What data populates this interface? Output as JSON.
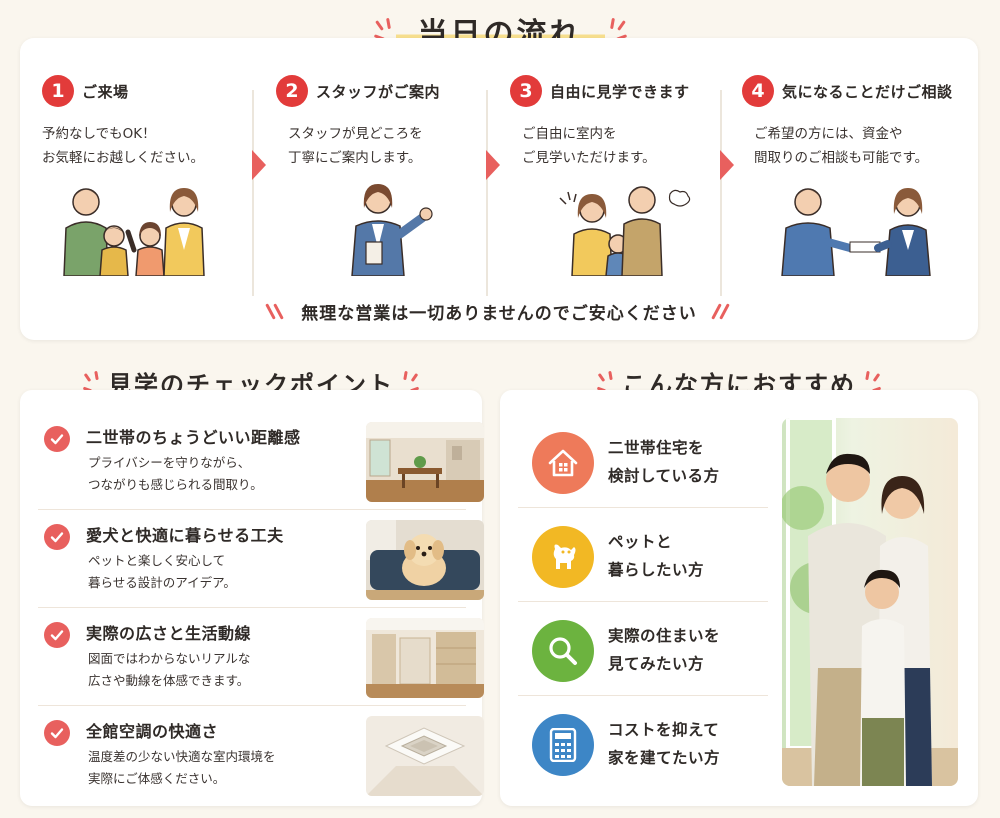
{
  "header": {
    "title": "当日の流れ"
  },
  "steps": [
    {
      "num": "1",
      "title": "ご来場",
      "desc": [
        "予約なしでもOK！",
        "お気軽にお越しください。"
      ]
    },
    {
      "num": "2",
      "title": "スタッフがご案内",
      "desc": [
        "スタッフが見どころを",
        "丁寧にご案内します。"
      ]
    },
    {
      "num": "3",
      "title": "自由に見学できます",
      "desc": [
        "ご自由に室内を",
        "ご見学いただけます。"
      ]
    },
    {
      "num": "4",
      "title": "気になることだけご相談",
      "desc": [
        "ご希望の方には、資金や",
        "間取りのご相談も可能です。"
      ]
    }
  ],
  "note": "無理な営業は一切ありませんのでご安心ください",
  "checkpoints": {
    "title": "見学のチェックポイント",
    "items": [
      {
        "title": "二世帯のちょうどいい距離感",
        "desc": [
          "プライバシーを守りながら、",
          "つながりも感じられる間取り。"
        ]
      },
      {
        "title": "愛犬と快適に暮らせる工夫",
        "desc": [
          "ペットと楽しく安心して",
          "暮らせる設計のアイデア。"
        ]
      },
      {
        "title": "実際の広さと生活動線",
        "desc": [
          "図面ではわからないリアルな",
          "広さや動線を体感できます。"
        ]
      },
      {
        "title": "全館空調の快適さ",
        "desc": [
          "温度差の少ない快適な室内環境を",
          "実際にご体感ください。"
        ]
      }
    ]
  },
  "recommend": {
    "title": "こんな方におすすめ",
    "items": [
      {
        "icon": "house-icon",
        "color": "#ee7a5a",
        "lines": [
          "二世帯住宅を",
          "検討している方"
        ]
      },
      {
        "icon": "dog-icon",
        "color": "#f2b824",
        "lines": [
          "ペットと",
          "暮らしたい方"
        ]
      },
      {
        "icon": "magnifier-icon",
        "color": "#6cb33f",
        "lines": [
          "実際の住まいを",
          "見てみたい方"
        ]
      },
      {
        "icon": "calculator-icon",
        "color": "#3d86c6",
        "lines": [
          "コストを抑えて",
          "家を建てたい方"
        ]
      }
    ]
  },
  "colors": {
    "accent": "#e8605e",
    "number": "#e23b3a",
    "highlight": "#f7df8e",
    "background": "#faf6ee"
  }
}
